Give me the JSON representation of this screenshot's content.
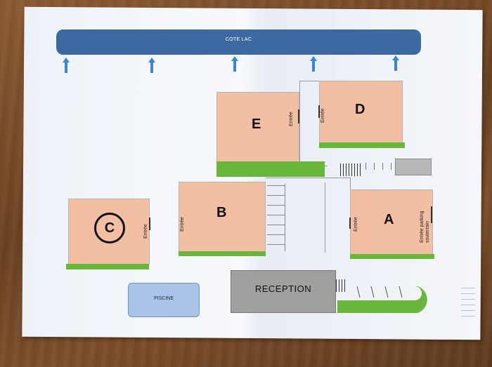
{
  "map": {
    "lake_label": "COTE LAC",
    "buildings": {
      "A": {
        "label": "A",
        "entrance": "Entrée",
        "entrance_parking": "Entrée parking souterrain"
      },
      "B": {
        "label": "B",
        "entrance": "Entrée"
      },
      "C": {
        "label": "C",
        "entrance": "Entrée"
      },
      "D": {
        "label": "D",
        "entrance": "Entrée"
      },
      "E": {
        "label": "E",
        "entrance": "Entrée"
      }
    },
    "reception_label": "RECEPTION",
    "pool_label": "PISCINE",
    "colors": {
      "lake": "#3c6aa0",
      "arrow": "#3a86d0",
      "building": "#f3bfa3",
      "grass": "#68b73a",
      "reception": "#a0a0a0",
      "pool": "#a9c4e8"
    }
  }
}
